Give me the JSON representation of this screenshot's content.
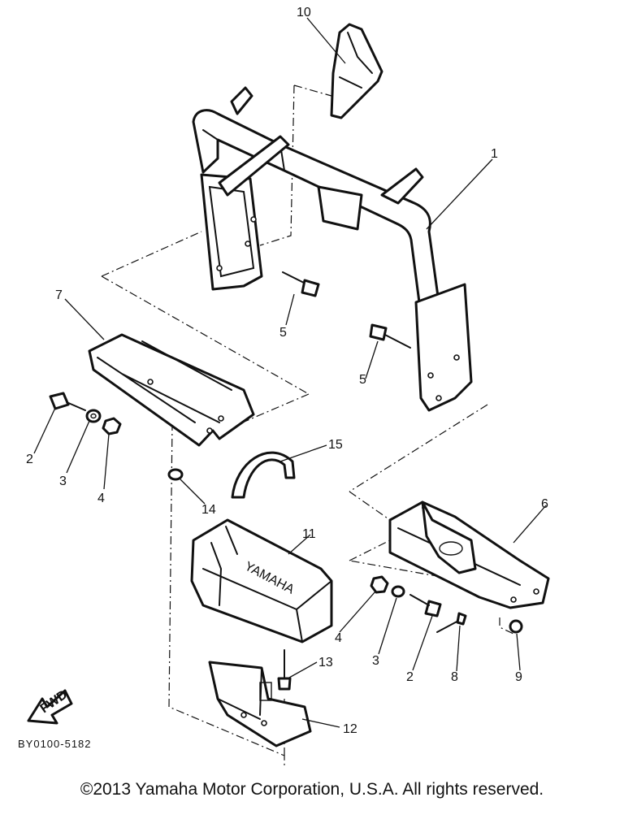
{
  "diagram": {
    "code": "BY0100-5182",
    "fwd_label": "FWD",
    "copyright": "©2013 Yamaha Motor Corporation, U.S.A. All rights reserved.",
    "callouts": {
      "c1": "1",
      "c2a": "2",
      "c2b": "2",
      "c3a": "3",
      "c3b": "3",
      "c4a": "4",
      "c4b": "4",
      "c5a": "5",
      "c5b": "5",
      "c6": "6",
      "c7": "7",
      "c8": "8",
      "c9": "9",
      "c10": "10",
      "c11": "11",
      "c12": "12",
      "c13": "13",
      "c14": "14",
      "c15": "15"
    }
  }
}
